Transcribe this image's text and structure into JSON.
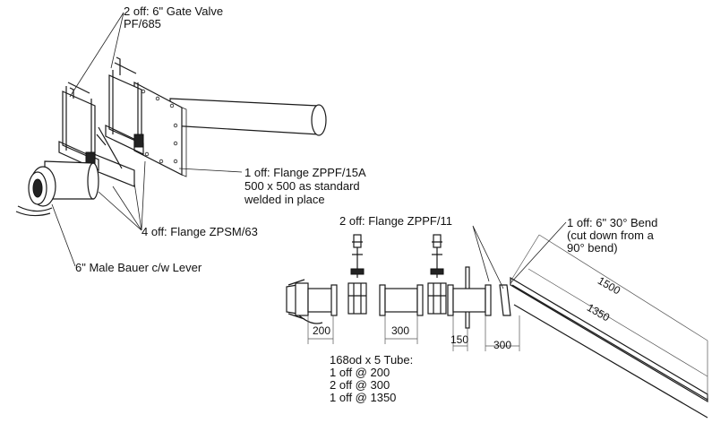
{
  "labels": {
    "gate_valve_line1": "2 off: 6\" Gate Valve",
    "gate_valve_line2": "PF/685",
    "flange_zppf15a_line1": "1 off: Flange ZPPF/15A",
    "flange_zppf15a_line2": "500 x 500 as standard",
    "flange_zppf15a_line3": "welded in place",
    "flange_zpsm": "4 off: Flange ZPSM/63",
    "bauer": "6\" Male Bauer c/w Lever",
    "flange_zppf11": "2 off: Flange ZPPF/11",
    "bend_line1": "1 off: 6\" 30° Bend",
    "bend_line2": "(cut down from a",
    "bend_line3": "90° bend)",
    "tube_line1": "168od x 5 Tube:",
    "tube_line2": "1 off @ 200",
    "tube_line3": "2 off @ 300",
    "tube_line4": "1 off @ 1350"
  },
  "dimensions": {
    "d200": "200",
    "d300a": "300",
    "d150": "150",
    "d300b": "300",
    "d1500": "1500",
    "d1350": "1350"
  }
}
